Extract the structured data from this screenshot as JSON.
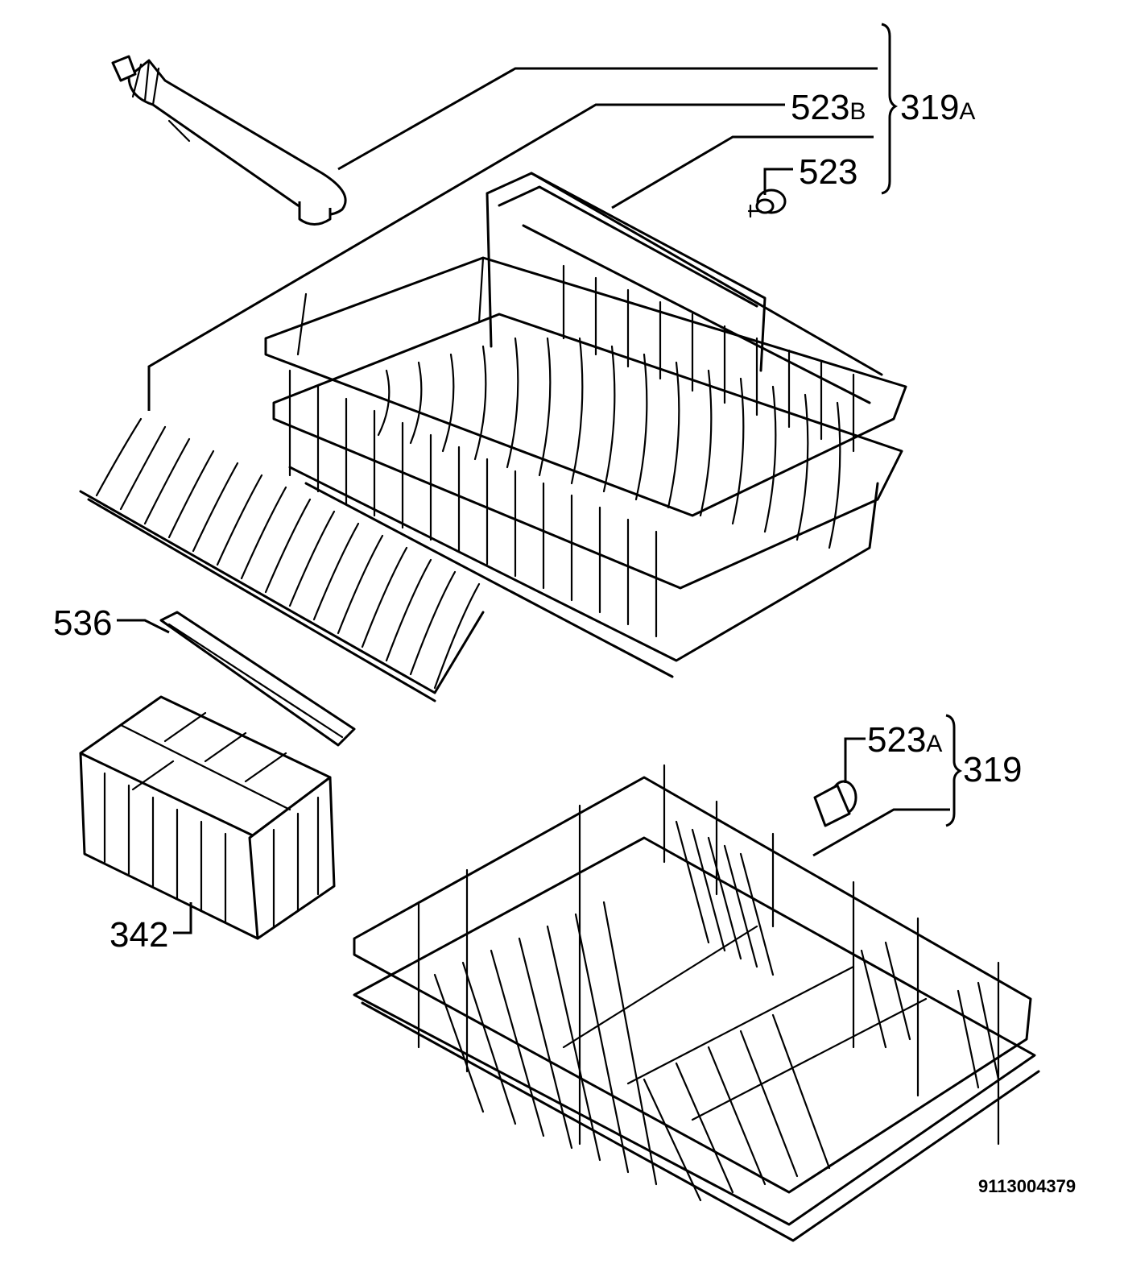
{
  "labels": {
    "arm": "523",
    "arm_suffix": "B",
    "upper_group": "319",
    "upper_group_suffix": "A",
    "wheel_upper": "523",
    "grille": "536",
    "cutlery_basket": "342",
    "wheel_lower": "523",
    "wheel_lower_suffix": "A",
    "lower_group": "319"
  },
  "document_number": "9113004379"
}
